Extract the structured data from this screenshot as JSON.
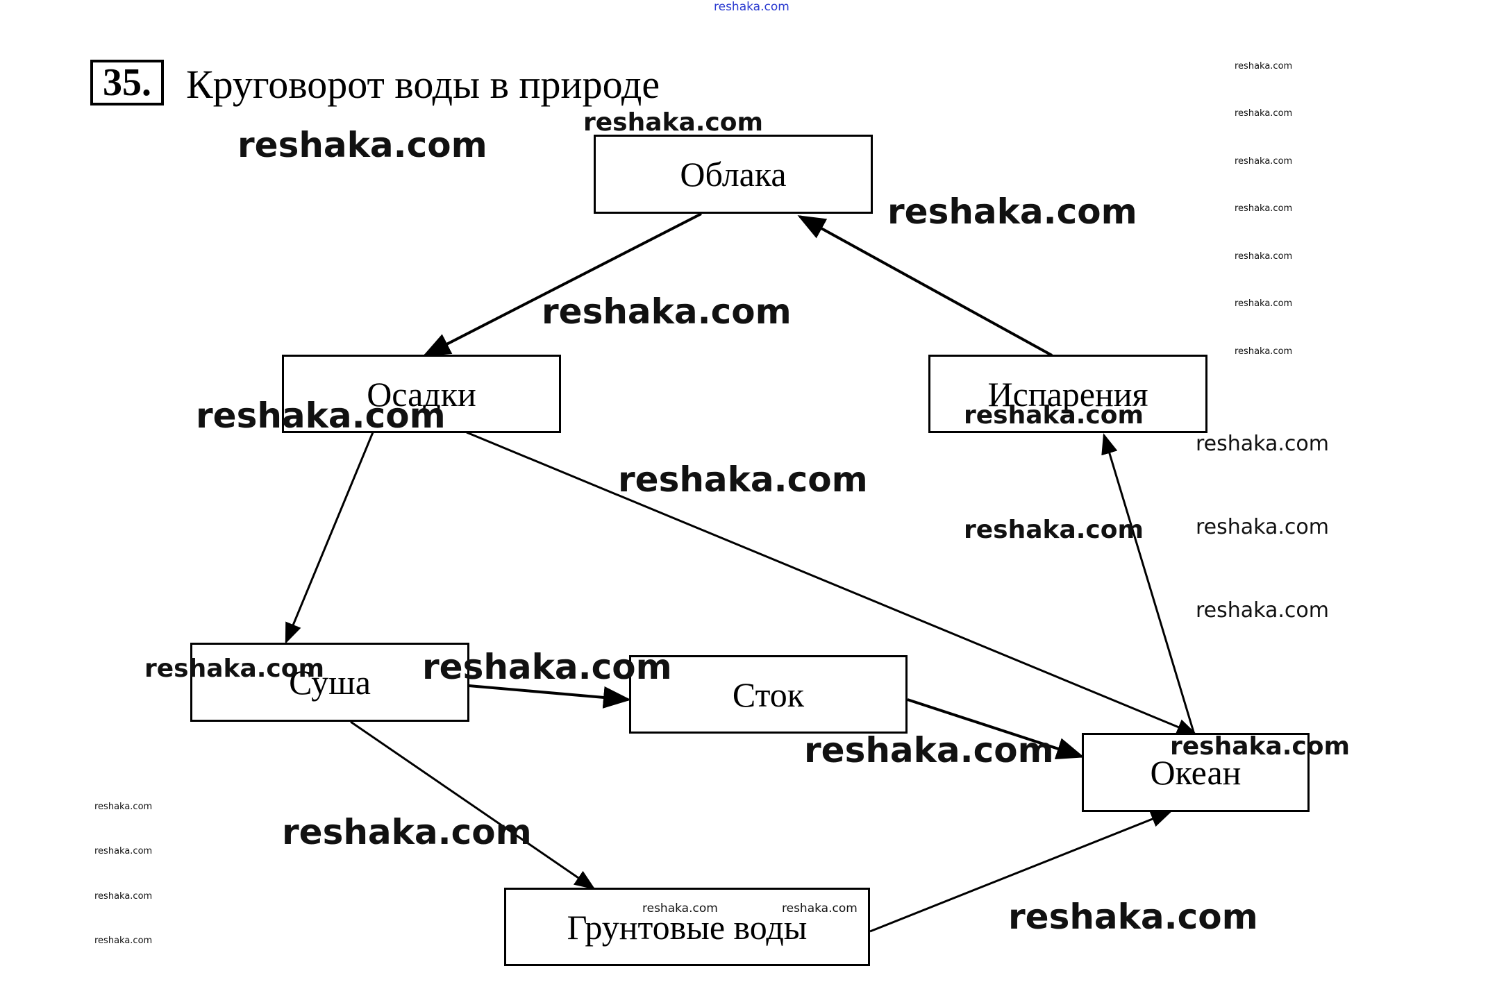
{
  "task": {
    "number": "35.",
    "title": "Круговорот воды в природе"
  },
  "nodes": {
    "clouds": "Облака",
    "precipitation": "Осадки",
    "evaporation": "Испарения",
    "land": "Суша",
    "runoff": "Сток",
    "ocean": "Океан",
    "groundwater": "Грунтовые воды"
  },
  "edges": [
    {
      "from": "clouds",
      "to": "precipitation"
    },
    {
      "from": "evaporation",
      "to": "clouds"
    },
    {
      "from": "precipitation",
      "to": "land"
    },
    {
      "from": "precipitation",
      "to": "ocean"
    },
    {
      "from": "ocean",
      "to": "evaporation"
    },
    {
      "from": "land",
      "to": "runoff"
    },
    {
      "from": "runoff",
      "to": "ocean"
    },
    {
      "from": "land",
      "to": "groundwater"
    },
    {
      "from": "groundwater",
      "to": "ocean"
    }
  ],
  "watermark": "reshaka.com",
  "colors": {
    "line": "#000000",
    "watermark_top": "#2a3ad0"
  }
}
